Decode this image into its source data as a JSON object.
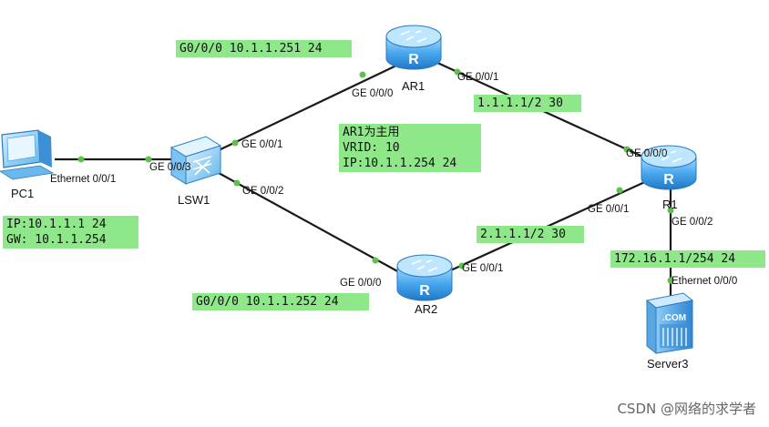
{
  "devices": {
    "pc1": "PC1",
    "lsw1": "LSW1",
    "ar1": "AR1",
    "ar2": "AR2",
    "r1": "R1",
    "server3": "Server3",
    "server_badge": ".COM"
  },
  "ports": {
    "pc1_eth": "Ethernet 0/0/1",
    "lsw1_g3": "GE 0/0/3",
    "lsw1_g1": "GE 0/0/1",
    "lsw1_g2": "GE 0/0/2",
    "ar1_g0": "GE 0/0/0",
    "ar1_g1": "GE 0/0/1",
    "ar2_g0": "GE 0/0/0",
    "ar2_g1": "GE 0/0/1",
    "r1_g0": "GE 0/0/0",
    "r1_g1": "GE 0/0/1",
    "r1_g2": "GE 0/0/2",
    "srv_eth": "Ethernet 0/0/0"
  },
  "notes": {
    "ar1_ip": "G0/0/0 10.1.1.251 24",
    "ar2_ip": "G0/0/0 10.1.1.252 24",
    "vrrp": "AR1为主用\nVRID: 10\nIP:10.1.1.254 24",
    "pc_ip": "IP:10.1.1.1 24\nGW: 10.1.1.254",
    "link1": "1.1.1.1/2 30",
    "link2": "2.1.1.1/2 30",
    "server_net": "172.16.1.1/254 24"
  },
  "watermark": "CSDN @网络的求学者",
  "colors": {
    "note_bg": "#8ee88a",
    "router_blue": "#3f9ee8",
    "link_dot": "#5cc24a",
    "line": "#1a1a1a"
  }
}
